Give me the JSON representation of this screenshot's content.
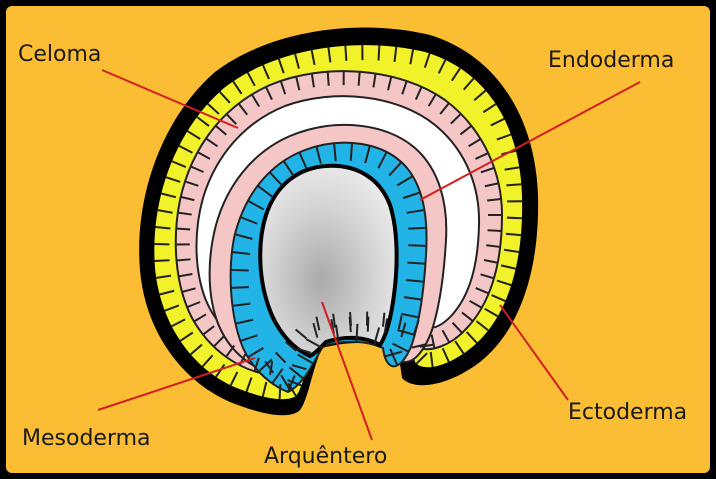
{
  "colors": {
    "background": "#fbbd34",
    "frame": "#000000",
    "ectoderm": "#f2f22a",
    "mesoderm": "#f5c6c6",
    "endoderm": "#22b4e6",
    "coelom": "#ffffff",
    "archenteron": "#d0d0d0",
    "leader": "#d11f1f"
  },
  "labels": {
    "celoma": "Celoma",
    "endoderma": "Endoderma",
    "ectoderma": "Ectoderma",
    "mesoderma": "Mesoderma",
    "arquentero": "Arquêntero"
  }
}
